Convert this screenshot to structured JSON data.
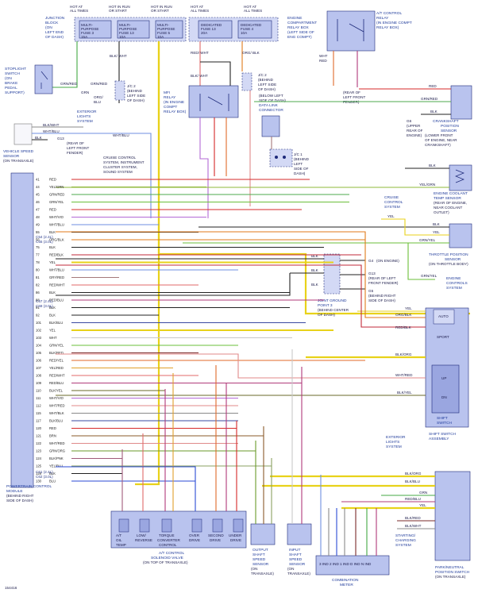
{
  "diagram_id": "154416",
  "fuse_blocks": {
    "junction_block": "JUNCTION BLOCK (ON LEFT END OF DASH)",
    "fuse3_label": "MULTI-PURPOSE FUSE 3 15A",
    "fuse13_label": "MULTI-PURPOSE FUSE 13 10A",
    "fuse5_label": "MULTI-PURPOSE FUSE 5 10A",
    "hot_at_all_times": "HOT AT ALL TIMES",
    "hot_in_run_or_start": "HOT IN RUN OR START",
    "hot_in_run": "HOT IN RUN OR START",
    "dedicated13": "DEDICATED FUSE 13 20A",
    "dedicated4": "DEDICATED FUSE 4 10A",
    "engine_relay_box": "ENGINE COMPARTMENT RELAY BOX (LEFT SIDE OF ENG COMPT)"
  },
  "components": {
    "stoplight": "STOPLIGHT SWITCH (ON BRAKE PEDAL SUPPORT)",
    "exterior_lights": "EXTERIOR LIGHTS SYSTEM",
    "jc2_left": "J/C 2 (BEHIND LEFT SIDE OF DASH)",
    "jc2_right": "J/C 2 (BEHIND LEFT SIDE OF DASH)",
    "mfi_relay": "MFI RELAY (IN ENGINE COMPT RELAY BOX)",
    "data_link": "(BELOW LEFT SIDE OF DASH) DATA LINK CONNECTOR",
    "at_control_relay": "A/T CONTROL RELAY (IN ENGINE COMPT RELAY BOX)",
    "g13_rear": "G13 (REAR OF LEFT FRONT FENDER)",
    "crankshaft": "CRANKSHAFT POSITION SENSOR (LOWER FRONT OF ENGINE, NEAR CRANKSHAFT)",
    "g6": "G6 (UPPER REAR OF ENGINE)",
    "vss": "VEHICLE SPEED SENSOR (ON TRANSAXLE)",
    "g13_vss": "G13 (REAR OF LEFT FRONT FENDER)",
    "cruise_note": "CRUISE CONTROL SYSTEM, INSTRUMENT CLUSTER SYSTEM, SOUND SYSTEM",
    "jc1": "J/C 1 (BEHIND LEFT SIDE OF DASH)",
    "coolant": "ENGINE COOLANT TEMP SENSOR (REAR OF ENGINE, NEAR COOLANT OUTLET)",
    "cruise_system": "CRUISE CONTROL SYSTEM",
    "tps": "THROTTLE POSITION SENSOR (ON THROTTLE BODY)",
    "engine_controls": "ENGINE CONTROLS SYSTEM",
    "ground_g4": "G4 (ON ENGINE)",
    "ground_g13": "G13 (REAR OF LEFT FRONT FENDER)",
    "ground_g5": "G5 (BEHIND RIGHT SIDE OF DASH)",
    "joint_ground": "JOINT GROUND POINT 3 (BEHIND CENTER OF DASH)",
    "pcm": "POWERTRAIN CONTROL MODULE (BEHIND RIGHT SIDE OF DASH)",
    "shift_switch": "SHIFT SWITCH ASSEMBLY",
    "shift_switch_inner": "SHIFT SWITCH",
    "auto": "AUTO",
    "sport": "SPORT",
    "up": "UP",
    "dn": "DN",
    "ext_lights_2": "EXTERIOR LIGHTS SYSTEM",
    "starting": "STARTING/ CHARGING SYSTEM",
    "park_neutral": "PARK/NEUTRAL POSITION SWITCH (ON TRANSAXLE)",
    "solenoid_valve": "A/T CONTROL SOLENOID VALVE (ON TOP OF TRANSAXLE)",
    "sol_at_oil": "A/T OIL TEMP",
    "sol_low": "LOW/ REVERSE",
    "sol_torque": "TORQUE CONVERTER CONTROL",
    "sol_overdrive": "OVER DRIVE",
    "sol_second": "SECOND DRIVE",
    "sol_under": "UNDER DRIVE",
    "output_sensor": "OUTPUT SHAFT SPEED SENSOR (ON TRANSAXLE)",
    "input_sensor": "INPUT SHAFT SPEED SENSOR (ON TRANSAXLE)",
    "combination_meter": "COMBINATION METER"
  },
  "pcm_connectors": [
    "C54 (2.4L)",
    "C55 (3.0L)",
    "C57 (2.4L)",
    "C58 (3.0L)",
    "C61 (2.4L)",
    "C62 (3.0L)"
  ],
  "pcm_pins": [
    {
      "pin": "41",
      "color": "RED",
      "hex": "#d62828"
    },
    {
      "pin": "44",
      "color": "YEL/GRN",
      "hex": "#8fb93a"
    },
    {
      "pin": "45",
      "color": "GRN/RED",
      "hex": "#4caa4c"
    },
    {
      "pin": "46",
      "color": "GRN/YEL",
      "hex": "#6bbf3a"
    },
    {
      "pin": "47",
      "color": "RED",
      "hex": "#d62828"
    },
    {
      "pin": "48",
      "color": "WHT/VIO",
      "hex": "#b36ad6"
    },
    {
      "pin": "49",
      "color": "WHT/BLU",
      "hex": "#6f8fe0"
    },
    {
      "pin": "55",
      "color": "BLK",
      "hex": "#222222"
    },
    {
      "pin": "56",
      "color": "ORG/BLK",
      "hex": "#e07a1a"
    },
    {
      "pin": "75",
      "color": "BLK",
      "hex": "#222222"
    },
    {
      "pin": "77",
      "color": "RED/BLK",
      "hex": "#c22a3a"
    },
    {
      "pin": "78",
      "color": "YEL",
      "hex": "#e8d21a"
    },
    {
      "pin": "80",
      "color": "WHT/BLU",
      "hex": "#6f8fe0"
    },
    {
      "pin": "81",
      "color": "GRY/RED",
      "hex": "#a5787a"
    },
    {
      "pin": "82",
      "color": "RED/WHT",
      "hex": "#e06a6a"
    },
    {
      "pin": "86",
      "color": "BLK",
      "hex": "#222222"
    },
    {
      "pin": "88",
      "color": "RED/BLU",
      "hex": "#b03a7a"
    },
    {
      "pin": "91",
      "color": "BLK",
      "hex": "#222222"
    },
    {
      "pin": "92",
      "color": "BLK",
      "hex": "#222222"
    },
    {
      "pin": "101",
      "color": "BLK/BLU",
      "hex": "#3a4aa0"
    },
    {
      "pin": "102",
      "color": "YEL",
      "hex": "#e8d21a"
    },
    {
      "pin": "103",
      "color": "WHT",
      "hex": "#c8c8c8"
    },
    {
      "pin": "104",
      "color": "GRN/YEL",
      "hex": "#6bbf3a"
    },
    {
      "pin": "105",
      "color": "BLK/RED",
      "hex": "#7a2a2a"
    },
    {
      "pin": "106",
      "color": "RED/YEL",
      "hex": "#e06a2a"
    },
    {
      "pin": "107",
      "color": "YEL/RED",
      "hex": "#e0a02a"
    },
    {
      "pin": "108",
      "color": "RED/WHT",
      "hex": "#e06a6a"
    },
    {
      "pin": "109",
      "color": "RED/BLU",
      "hex": "#b03a7a"
    },
    {
      "pin": "110",
      "color": "BLK/YEL",
      "hex": "#6a6a2a"
    },
    {
      "pin": "111",
      "color": "WHT/VIO",
      "hex": "#b36ad6"
    },
    {
      "pin": "112",
      "color": "WHT/RED",
      "hex": "#e08a8a"
    },
    {
      "pin": "115",
      "color": "WHT/BLK",
      "hex": "#8a8a8a"
    },
    {
      "pin": "117",
      "color": "BLK/BLU",
      "hex": "#3a4aa0"
    },
    {
      "pin": "120",
      "color": "RED",
      "hex": "#d62828"
    },
    {
      "pin": "121",
      "color": "BRN",
      "hex": "#8a5a2a"
    },
    {
      "pin": "122",
      "color": "WHT/RED",
      "hex": "#e08a8a"
    },
    {
      "pin": "123",
      "color": "GRN/ORG",
      "hex": "#6a9a2a"
    },
    {
      "pin": "124",
      "color": "BLK/PNK",
      "hex": "#a05a7a"
    },
    {
      "pin": "125",
      "color": "YEL/BLU",
      "hex": "#8aa060"
    },
    {
      "pin": "128",
      "color": "BLK",
      "hex": "#222222"
    },
    {
      "pin": "130",
      "color": "BLU",
      "hex": "#2a4ad6"
    }
  ],
  "top_wires": {
    "grn_red": "GRN/RED",
    "grn": "GRN",
    "blk_wht": "BLK/ WHT",
    "org_blk_a": "ORG/ BLK",
    "red_wht": "RED/ WHT",
    "blk_wht2": "BLK/ WHT",
    "org_blu": "ORG/ BLU",
    "blk_wht3": "BLK/ WHT",
    "red_blu": "RED/BLU",
    "wht_blu": "WHT/BLU",
    "blk_yel": "BLK/YEL",
    "grn_blk": "GRN/BLK",
    "org_blk_b": "ORG/BLK",
    "wht_red": "WHT/RED",
    "gry_red": "GRY/RED"
  },
  "right_wires": {
    "crank_red": "RED",
    "crank_grnred": "GRN/RED",
    "crank_blk": "BLK",
    "coolant_blk": "BLK",
    "coolant_yelgrn": "YEL/GRN",
    "tps_blk": "BLK",
    "tps_yel": "YEL",
    "tps_grnyel": "GRN/YEL",
    "tps_grnyel2": "GRN/YEL",
    "yel": "YEL",
    "ground_blk": "BLK",
    "ss_yel": "YEL",
    "ss_orgblk": "ORG/BLK",
    "ss_redblk": "RED/BLK",
    "ss_blkorg": "BLK/ORG",
    "ss_whtred": "WHT/RED",
    "ss_blkyel": "BLK/YEL",
    "pn_blkorg": "BLK/ORG",
    "pn_blkblu": "BLK/BLU",
    "pn_grn": "GRN",
    "pn_redblu": "RED/BLU",
    "pn_yel": "YEL",
    "pn_blkred": "BLK/RED",
    "pn_blkwht": "BLK/WHT",
    "vss_blkwht": "BLK/WHT",
    "vss_whtblu": "WHT/BLU",
    "vss_blk": "BLK",
    "stop_grnwht": "GRN/WHT",
    "stop_grnred": "GRN/RED",
    "wht_blu_vss": "WHT/BLU",
    "blk_mid": "BLK",
    "blk_mid2": "BLK",
    "red_blu_lower": "RED/ BLU"
  },
  "bottom_wire_labels": [
    "BLK/PNK",
    "RED/WHT",
    "RED/BLU",
    "YEL/RED",
    "BLU",
    "RED/YEL",
    "RED/BLU",
    "RED",
    "GRN/ORG",
    "BRN",
    "YEL/BLU",
    "YEL/BLU",
    "WHT",
    "RED/BLU",
    "BLK/ORG",
    "BLK/BLU",
    "BLK/RED",
    "GRN",
    "BLK/WHT",
    "BLU",
    "RED/BLU",
    "RED/BLU"
  ]
}
